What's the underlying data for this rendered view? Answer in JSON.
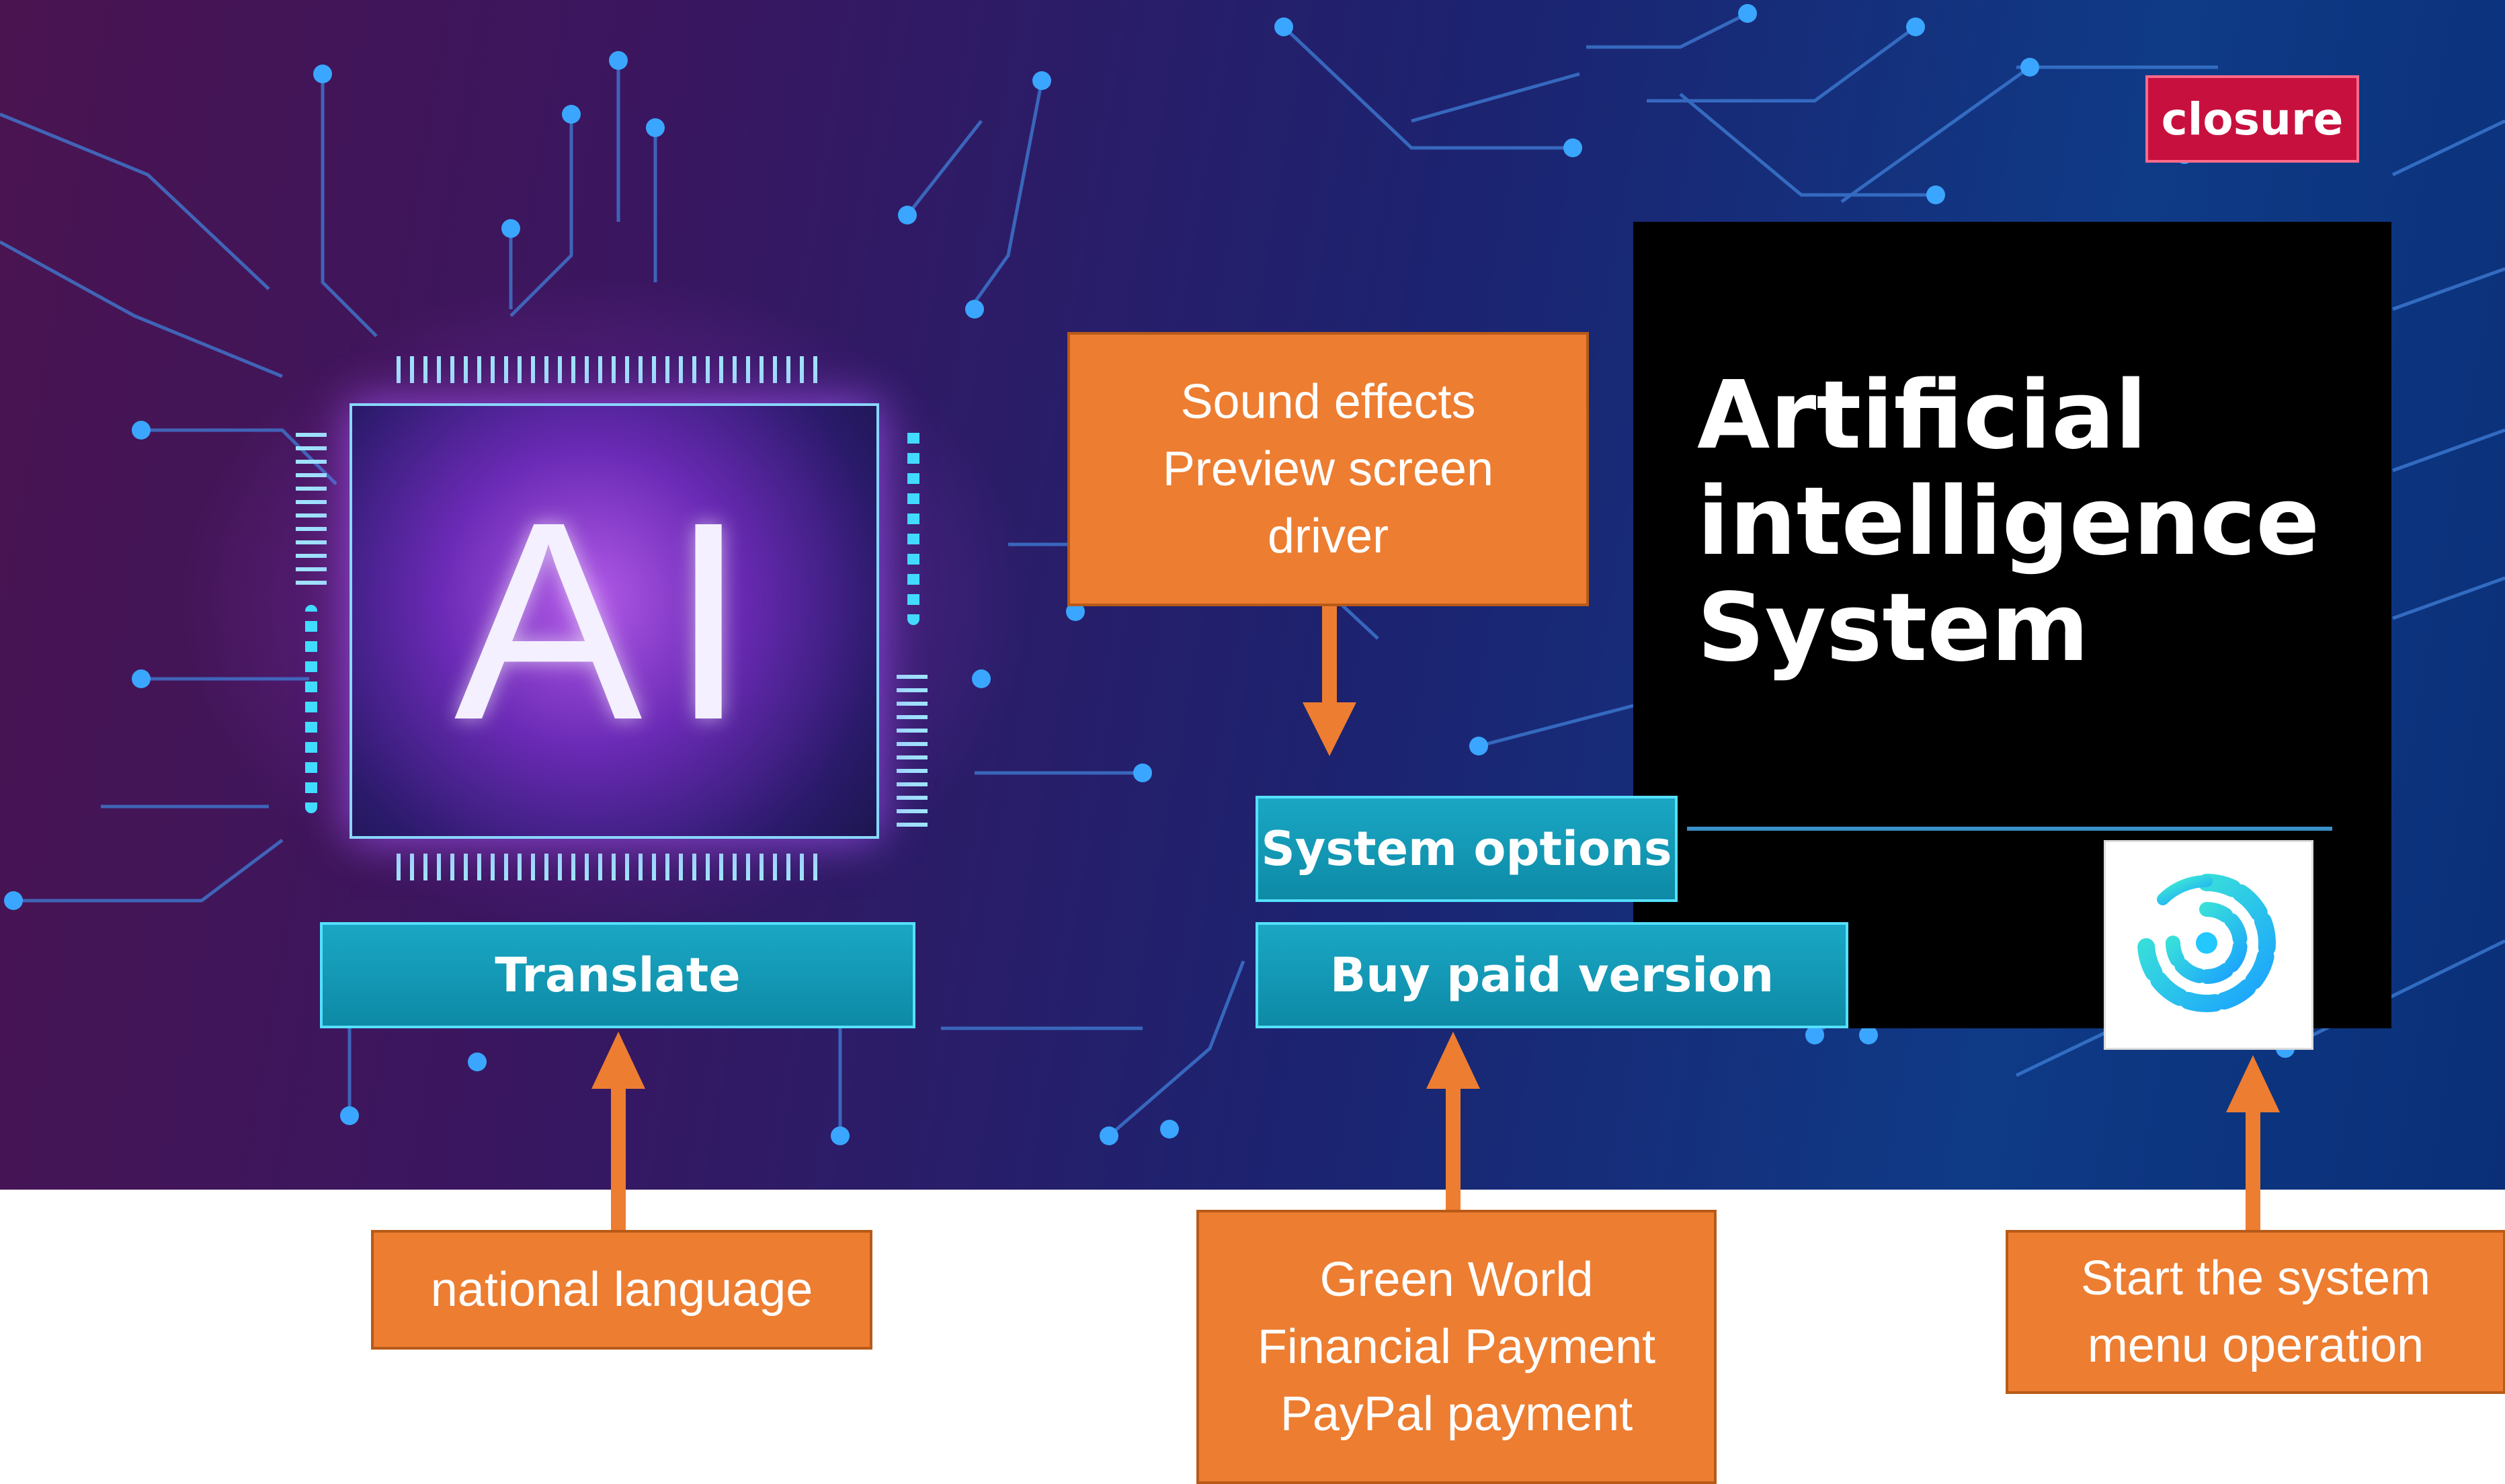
{
  "chip": {
    "label": "AI"
  },
  "buttons": {
    "close": "closure",
    "translate": "Translate",
    "system_options": "System options",
    "buy_paid": "Buy paid version"
  },
  "panel": {
    "title_line1": "Artificial",
    "title_line2": "intelligence",
    "title_line3": "System",
    "logo_icon": "spiral-logo-icon"
  },
  "callouts": {
    "sound": [
      "Sound effects",
      "Preview screen",
      "driver"
    ],
    "language": [
      "national language"
    ],
    "payment": [
      "Green World",
      "Financial Payment",
      "PayPal payment"
    ],
    "menu": [
      "Start the system",
      "menu operation"
    ]
  },
  "colors": {
    "callout_bg": "#ed7d31",
    "button_bg": "#0d8aa6",
    "close_bg": "#c8103e",
    "arrow": "#ed7d31"
  }
}
